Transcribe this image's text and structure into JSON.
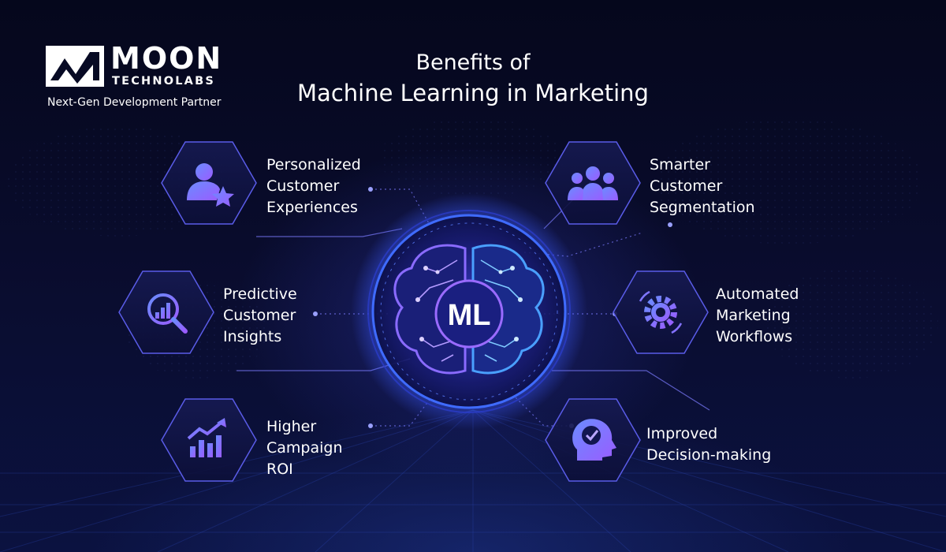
{
  "brand": {
    "name": "MOON",
    "sub": "TECHNOLABS",
    "tagline": "Next-Gen Development Partner"
  },
  "title": {
    "line1": "Benefits of",
    "line2": "Machine Learning in Marketing"
  },
  "center": {
    "label": "ML",
    "icon": "brain-icon"
  },
  "benefits": [
    {
      "lines": [
        "Personalized",
        "Customer",
        "Experiences"
      ],
      "icon": "user-star-icon"
    },
    {
      "lines": [
        "Smarter",
        "Customer",
        "Segmentation"
      ],
      "icon": "users-group-icon"
    },
    {
      "lines": [
        "Predictive",
        "Customer",
        "Insights"
      ],
      "icon": "chart-search-icon"
    },
    {
      "lines": [
        "Automated",
        "Marketing",
        "Workflows"
      ],
      "icon": "gear-icon"
    },
    {
      "lines": [
        "Higher",
        "Campaign",
        "ROI"
      ],
      "icon": "growth-chart-icon"
    },
    {
      "lines": [
        "Improved",
        "Decision-making"
      ],
      "icon": "head-check-icon"
    }
  ],
  "colors": {
    "background": "#070a24",
    "accent_blue": "#4a6bff",
    "accent_purple": "#8a5cff",
    "text": "#ffffff"
  }
}
